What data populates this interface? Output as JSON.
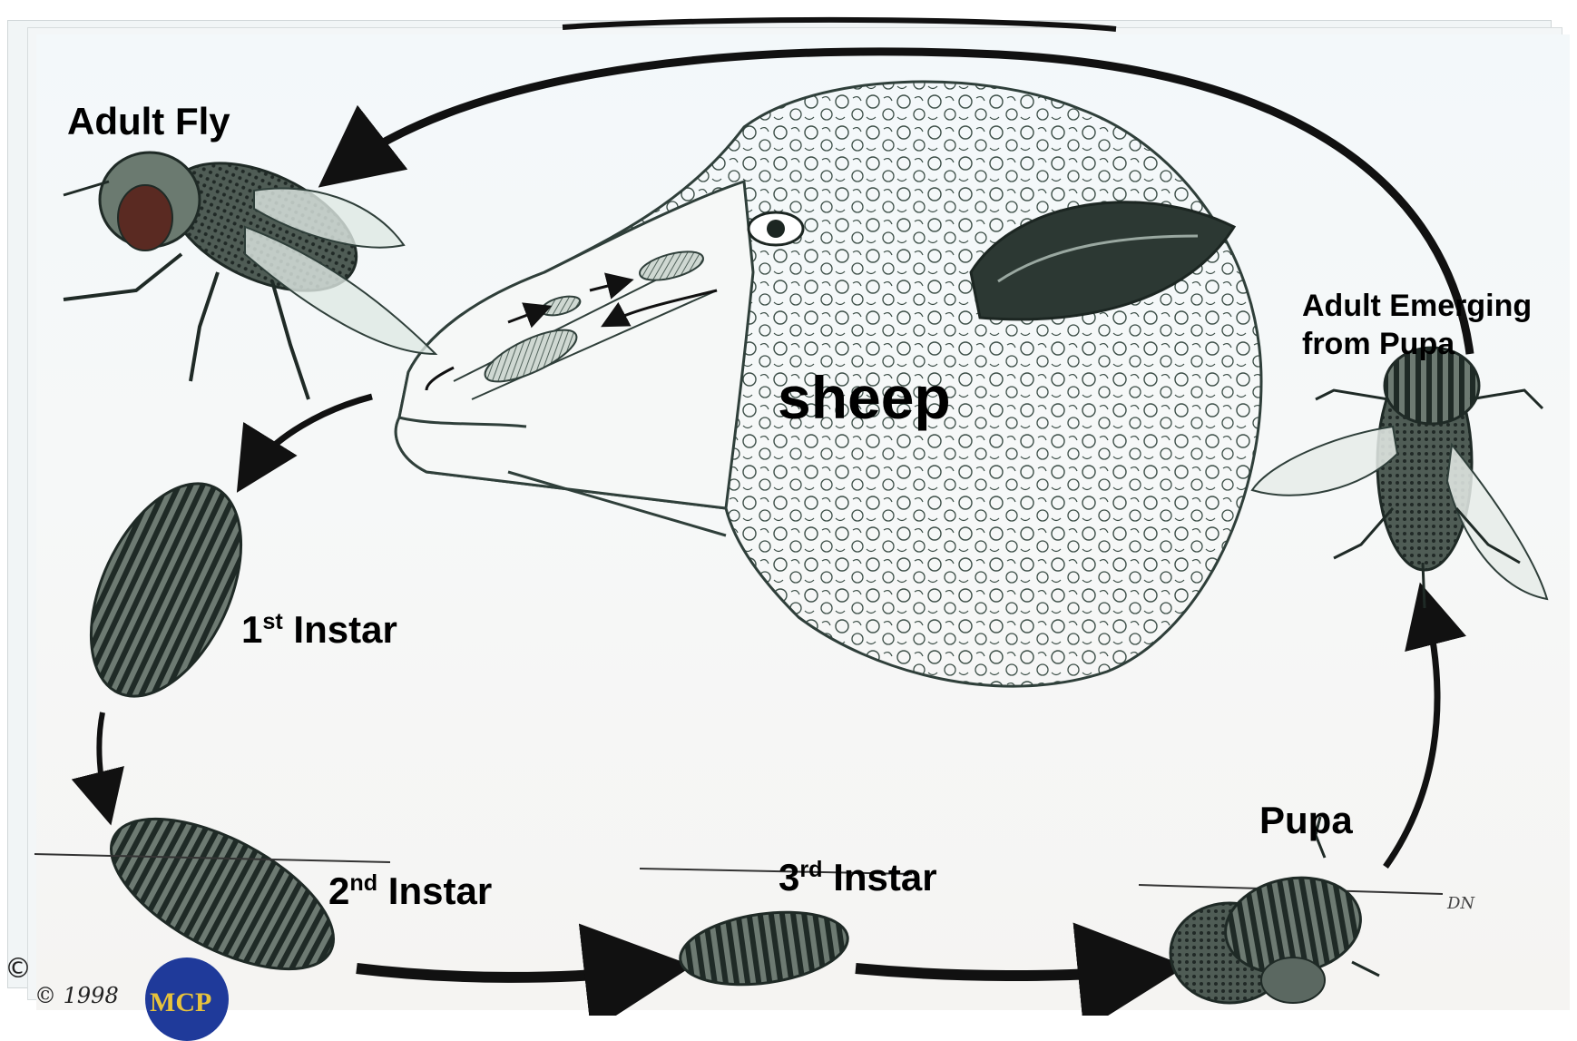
{
  "labels": {
    "adult_fly": "Adult Fly",
    "sheep": "sheep",
    "adult_emerging_line1": "Adult Emerging",
    "adult_emerging_line2": "from Pupa",
    "instar1_num": "1",
    "instar1_sup": "st",
    "instar1_word": " Instar",
    "instar2_num": "2",
    "instar2_sup": "nd",
    "instar2_word": " Instar",
    "instar3_num": "3",
    "instar3_sup": "rd",
    "instar3_word": " Instar",
    "pupa": "Pupa"
  },
  "watermark": {
    "copyright_left": "©",
    "copyright": "© 1998",
    "logo": "MCP",
    "signature": "DN"
  },
  "colors": {
    "ink": "#111111",
    "sketch": "#2f3f3a",
    "fly_eye": "#5a2a22",
    "logo_blue": "#1f3a9a",
    "logo_text": "#e7c23c"
  }
}
